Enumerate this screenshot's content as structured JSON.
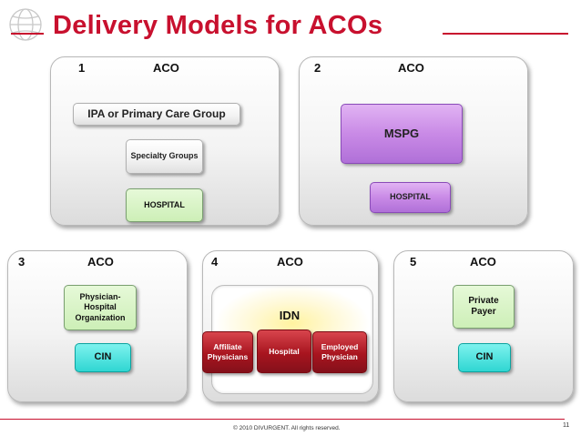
{
  "title": "Delivery Models for ACOs",
  "colors": {
    "accent": "#c8102e"
  },
  "panels": {
    "p1": {
      "num": "1",
      "label": "ACO",
      "ipa": "IPA or Primary Care Group",
      "specialty": "Specialty Groups",
      "hospital": "HOSPITAL"
    },
    "p2": {
      "num": "2",
      "label": "ACO",
      "mspg": "MSPG",
      "hospital": "HOSPITAL"
    },
    "p3": {
      "num": "3",
      "label": "ACO",
      "phys_hosp": "Physician-Hospital Organization",
      "cin": "CIN"
    },
    "p4": {
      "num": "4",
      "label": "ACO",
      "idn": "IDN",
      "affiliate": "Affiliate Physicians",
      "hospital": "Hospital",
      "employed": "Employed Physician"
    },
    "p5": {
      "num": "5",
      "label": "ACO",
      "private": "Private Payer",
      "cin": "CIN"
    }
  },
  "footer": "© 2010 DIVURGENT. All rights reserved.",
  "slide_number": "11"
}
